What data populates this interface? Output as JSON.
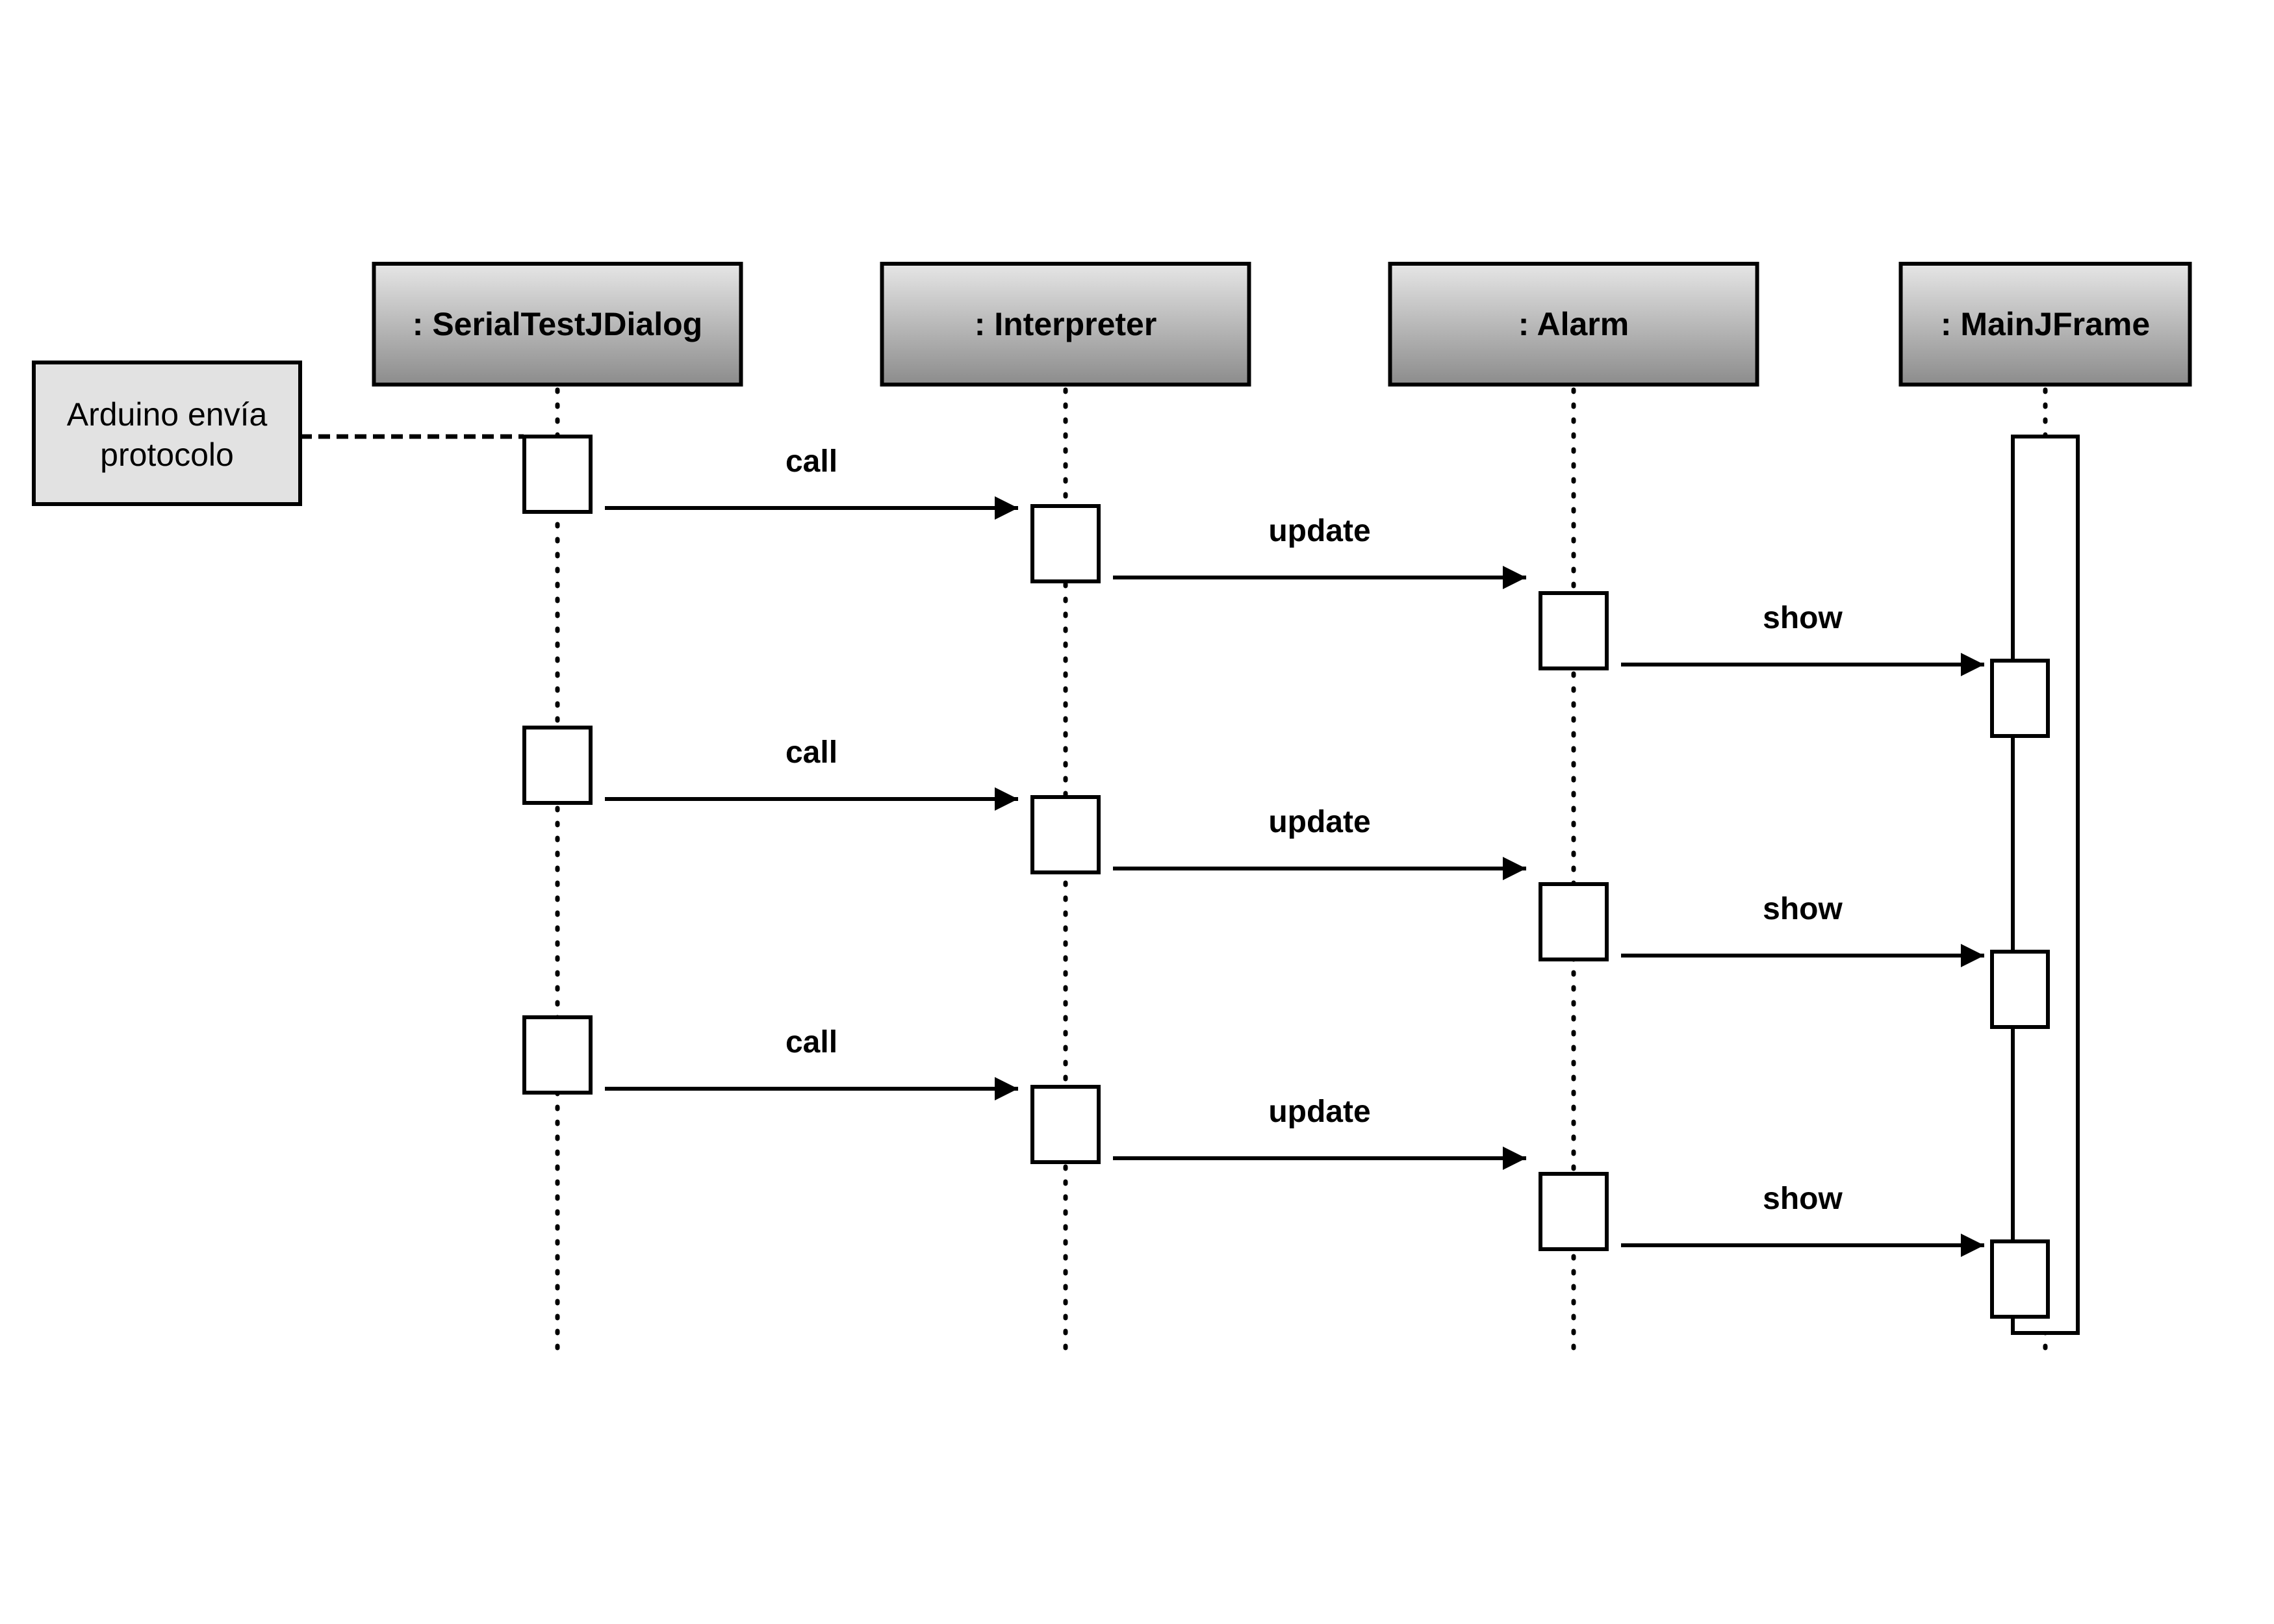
{
  "participants": [
    {
      "id": "serial",
      "label": ": SerialTestJDialog"
    },
    {
      "id": "interp",
      "label": ": Interpreter"
    },
    {
      "id": "alarm",
      "label": ": Alarm"
    },
    {
      "id": "main",
      "label": ": MainJFrame"
    }
  ],
  "note": {
    "lines": [
      "Arduino envía",
      "protocolo"
    ],
    "attached_to": "serial"
  },
  "messages": [
    {
      "from": "serial",
      "to": "interp",
      "label": "call"
    },
    {
      "from": "interp",
      "to": "alarm",
      "label": "update"
    },
    {
      "from": "alarm",
      "to": "main",
      "label": "show"
    },
    {
      "from": "serial",
      "to": "interp",
      "label": "call"
    },
    {
      "from": "interp",
      "to": "alarm",
      "label": "update"
    },
    {
      "from": "alarm",
      "to": "main",
      "label": "show"
    },
    {
      "from": "serial",
      "to": "interp",
      "label": "call"
    },
    {
      "from": "interp",
      "to": "alarm",
      "label": "update"
    },
    {
      "from": "alarm",
      "to": "main",
      "label": "show"
    }
  ],
  "colors": {
    "line": "#000000",
    "header_gradient_top": "#e6e6e6",
    "header_gradient_bottom": "#8c8c8c",
    "note_fill": "#e2e2e2"
  }
}
